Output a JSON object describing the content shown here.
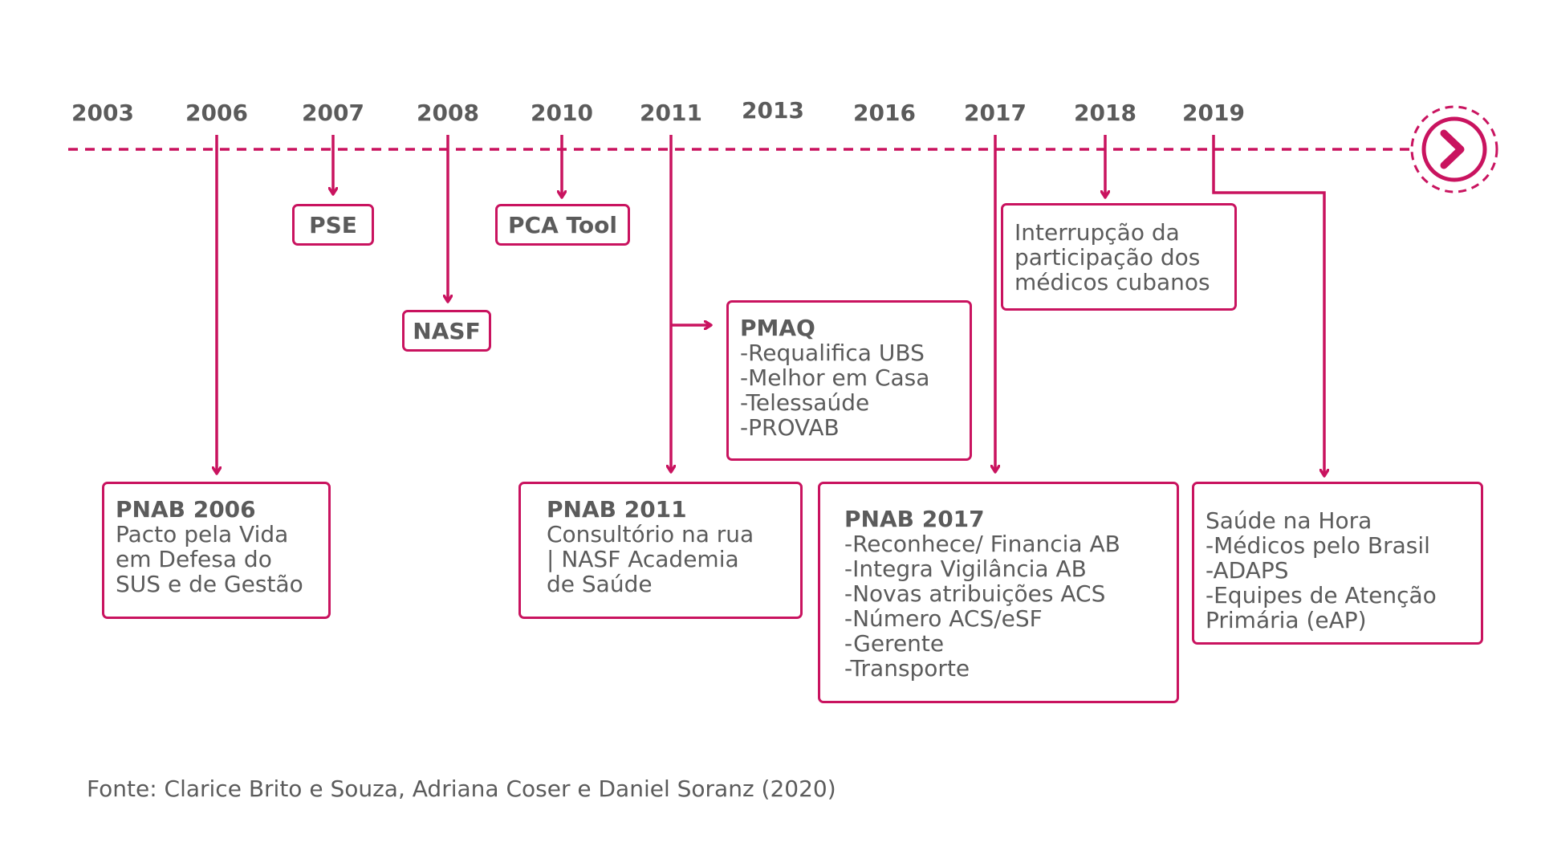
{
  "years": [
    "2003",
    "2006",
    "2007",
    "2008",
    "2010",
    "2011",
    "2013",
    "2016",
    "2017",
    "2018",
    "2019"
  ],
  "boxes": {
    "pse": {
      "title": "PSE"
    },
    "pca_tool": {
      "title": "PCA Tool"
    },
    "nasf": {
      "title": "NASF"
    },
    "pmaq": {
      "title": "PMAQ",
      "lines": [
        "-Requalifica UBS",
        "-Melhor em Casa",
        "-Telessaúde",
        "-PROVAB"
      ]
    },
    "interrupcao": {
      "lines": [
        "Interrupção da",
        "participação dos",
        "médicos cubanos"
      ]
    },
    "pnab_2006": {
      "title": "PNAB 2006",
      "lines": [
        "Pacto pela Vida",
        "em Defesa do",
        "SUS e de Gestão"
      ]
    },
    "pnab_2011": {
      "title": "PNAB 2011",
      "lines": [
        "Consultório na rua",
        "| NASF Academia",
        "de Saúde"
      ]
    },
    "pnab_2017": {
      "title": "PNAB 2017",
      "lines": [
        "-Reconhece/ Financia AB",
        "-Integra Vigilância AB",
        "-Novas atribuições ACS",
        "-Número ACS/eSF",
        "-Gerente",
        "-Transporte"
      ]
    },
    "saude_hora": {
      "lines": [
        "Saúde na Hora",
        "-Médicos pelo Brasil",
        "-ADAPS",
        "-Equipes de Atenção",
        "Primária (eAP)"
      ]
    }
  },
  "source": "Fonte: Clarice Brito e Souza, Adriana Coser e Daniel Soranz (2020)",
  "colors": {
    "accent": "#c9135f",
    "text": "#5b5b5b"
  },
  "icons": {
    "timeline_end": "chevron-right-icon"
  }
}
